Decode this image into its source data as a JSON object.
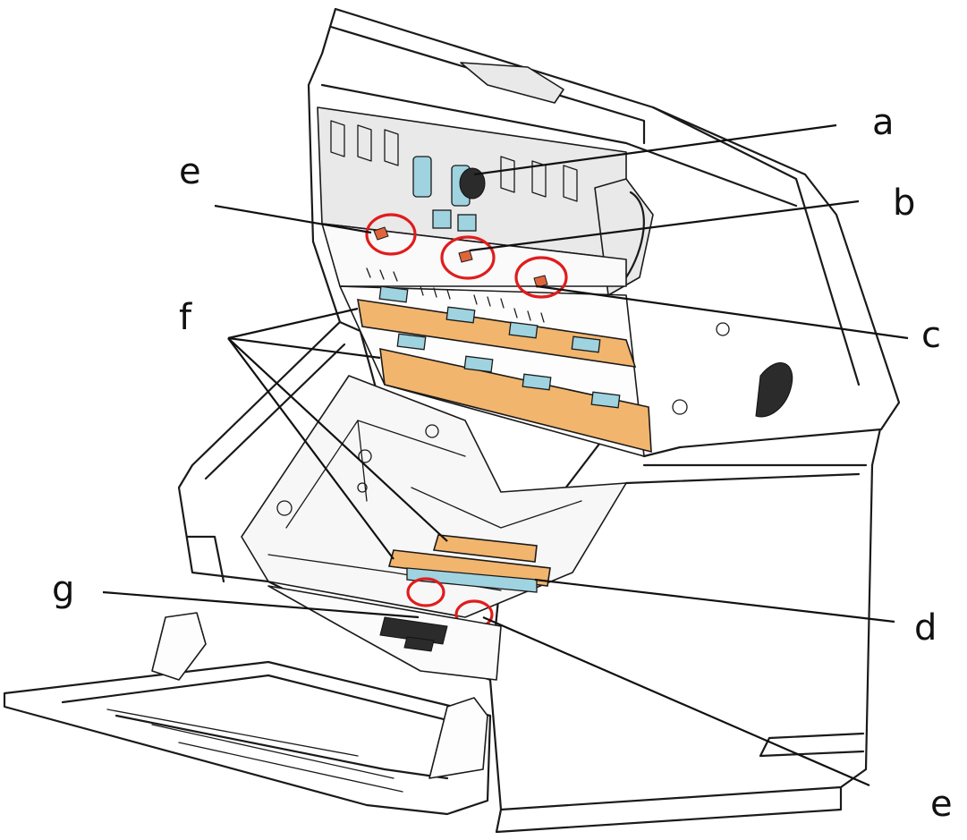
{
  "labels": {
    "a": "a",
    "b": "b",
    "c": "c",
    "d": "d",
    "e_top": "e",
    "e_bottom": "e",
    "f": "f",
    "g": "g"
  },
  "colors": {
    "glass_strip": "#f2b56e",
    "roller_pad": "#9fd3e0",
    "highlight_circle": "#e01c1c",
    "line_art": "#1a1a1a"
  }
}
